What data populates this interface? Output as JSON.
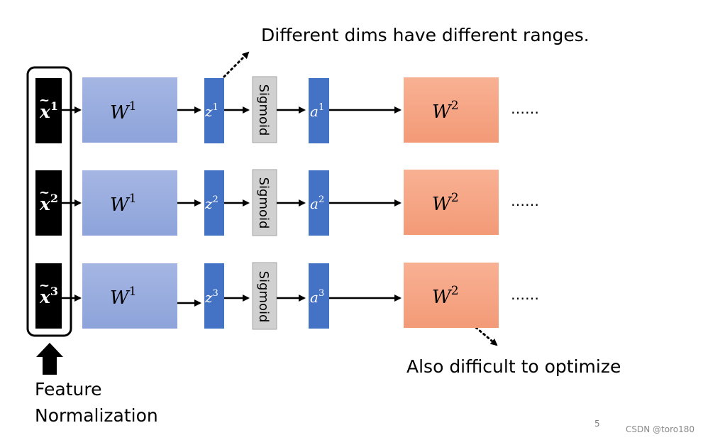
{
  "annotations": {
    "top": "Different dims have different ranges.",
    "bottom": "Also difficult to optimize"
  },
  "feature_label": {
    "line1": "Feature",
    "line2": "Normalization"
  },
  "input_tilde": "~",
  "input_base": "x",
  "layer1_label": "W",
  "layer1_sup": "1",
  "z_base": "z",
  "sigmoid_label": "Sigmoid",
  "a_base": "a",
  "layer2_label": "W",
  "layer2_sup": "2",
  "continuation": "……",
  "rows": [
    {
      "index": "1"
    },
    {
      "index": "2"
    },
    {
      "index": "3"
    }
  ],
  "colors": {
    "input_block": "#000000",
    "layer1_fill": "#93a8dd",
    "z_fill": "#4472c4",
    "sigmoid_fill": "#d0d0d0",
    "layer2_fill": "#f4a583"
  },
  "page_number": "5",
  "watermark": "CSDN @toro180"
}
